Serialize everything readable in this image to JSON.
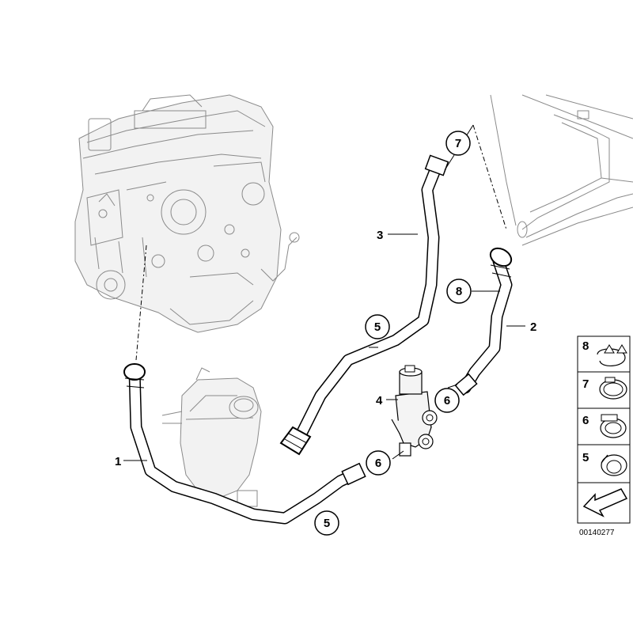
{
  "parts": {
    "p1": "1",
    "p2": "2",
    "p3": "3",
    "p4": "4",
    "p5a": "5",
    "p5b": "5",
    "p6a": "6",
    "p6b": "6",
    "p7": "7",
    "p8": "8"
  },
  "legend": {
    "rows": [
      "8",
      "7",
      "6",
      "5"
    ]
  },
  "doc_number": "00140277"
}
